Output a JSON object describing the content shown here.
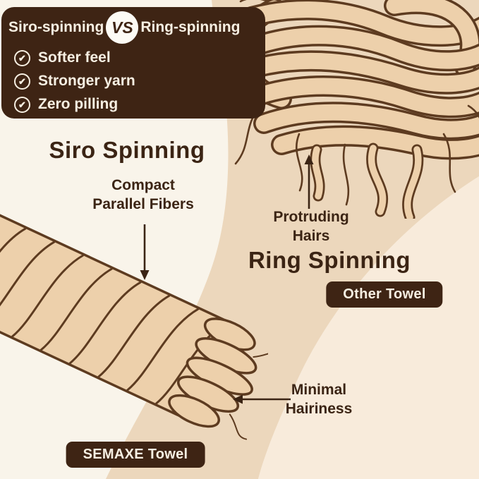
{
  "colors": {
    "dark_brown": "#3E2414",
    "text_brown": "#3B2414",
    "cream_background": "#F9F4EA",
    "beige_swoosh": "#ECD7BC",
    "peach_region": "#F8EBDB",
    "yarn_fill": "#EDD0AB",
    "yarn_outline": "#5D3B20",
    "light_text": "#F7EFE2"
  },
  "icons": {
    "check_circle": "✔"
  },
  "header": {
    "left_term": "Siro-spinning",
    "vs_label": "VS",
    "right_term": "Ring-spinning",
    "benefits": [
      "Softer feel",
      "Stronger yarn",
      "Zero pilling"
    ]
  },
  "siro_section": {
    "title": "Siro Spinning",
    "fiber_callout": {
      "line1": "Compact",
      "line2": "Parallel Fibers"
    },
    "hair_callout": {
      "line1": "Minimal",
      "line2": "Hairiness"
    },
    "badge": "SEMAXE Towel"
  },
  "ring_section": {
    "title": "Ring Spinning",
    "hair_callout": {
      "line1": "Protruding",
      "line2": "Hairs"
    },
    "badge": "Other Towel"
  }
}
